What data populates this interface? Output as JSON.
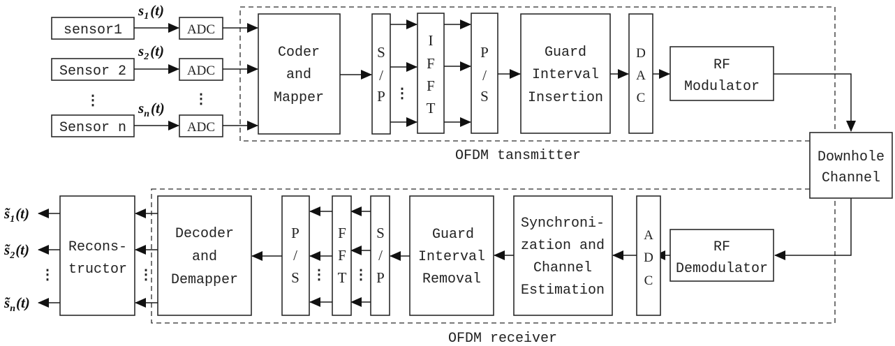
{
  "title": "OFDM sensor telemetry system block diagram",
  "transmitter": {
    "group_label": "OFDM tansmitter",
    "sensors": [
      "sensor1",
      "Sensor 2",
      "Sensor n"
    ],
    "signals": [
      {
        "base": "s",
        "sub": "1",
        "arg": "(t)"
      },
      {
        "base": "s",
        "sub": "2",
        "arg": "(t)"
      },
      {
        "base": "s",
        "sub": "n",
        "arg": "(t)"
      }
    ],
    "adc_label": "ADC",
    "coder": [
      "Coder",
      "and",
      "Mapper"
    ],
    "sp": [
      "S",
      "/",
      "P"
    ],
    "ifft": [
      "I",
      "F",
      "F",
      "T"
    ],
    "ps": [
      "P",
      "/",
      "S"
    ],
    "guard": [
      "Guard",
      "Interval",
      "Insertion"
    ],
    "dac": [
      "D",
      "A",
      "C"
    ],
    "rf": [
      "RF",
      "Modulator"
    ]
  },
  "channel": [
    "Downhole",
    "Channel"
  ],
  "receiver": {
    "group_label": "OFDM receiver",
    "rf": [
      "RF",
      "Demodulator"
    ],
    "adc": [
      "A",
      "D",
      "C"
    ],
    "sync": [
      "Synchroni-",
      "zation and",
      "Channel",
      "Estimation"
    ],
    "guard": [
      "Guard",
      "Interval",
      "Removal"
    ],
    "sp": [
      "S",
      "/",
      "P"
    ],
    "fft": [
      "F",
      "F",
      "T"
    ],
    "ps": [
      "P",
      "/",
      "S"
    ],
    "decoder": [
      "Decoder",
      "and",
      "Demapper"
    ],
    "reconstructor": [
      "Recons-",
      "tructor"
    ],
    "outputs": [
      {
        "base": "s̃",
        "sub": "1",
        "arg": "(t)"
      },
      {
        "base": "s̃",
        "sub": "2",
        "arg": "(t)"
      },
      {
        "base": "s̃",
        "sub": "n",
        "arg": "(t)"
      }
    ]
  },
  "ellipsis": "⋮"
}
